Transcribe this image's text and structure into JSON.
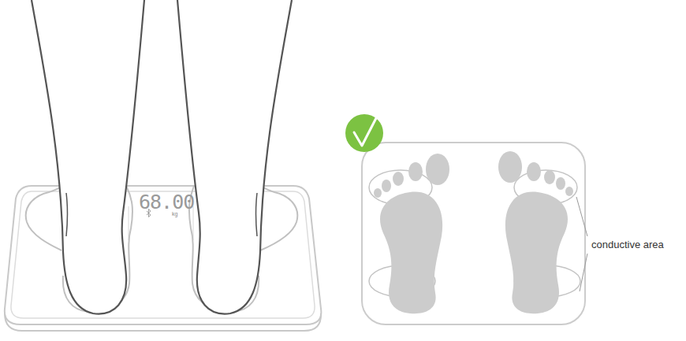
{
  "diagram": {
    "labels": [
      "68.00",
      "kg",
      "conductive area"
    ]
  }
}
